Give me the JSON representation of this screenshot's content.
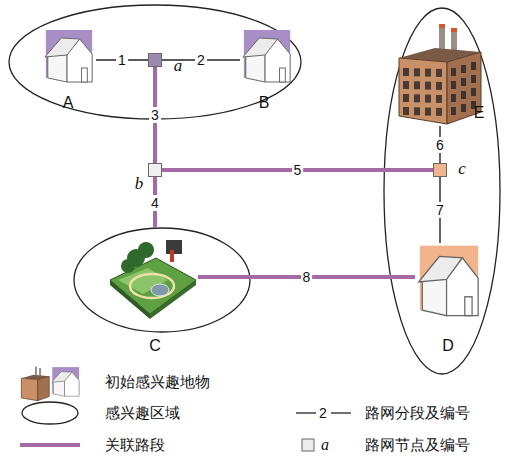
{
  "diagram": {
    "nodes": [
      {
        "text": [
          "A"
        ]
      },
      {
        "text": [
          "a"
        ]
      },
      {
        "text": [
          "B"
        ]
      },
      {
        "text": [
          "E"
        ]
      },
      {
        "text": [
          "b"
        ]
      },
      {
        "text": [
          "c"
        ]
      },
      {
        "text": [
          "C"
        ]
      },
      {
        "text": [
          "D"
        ]
      }
    ],
    "edges": [
      {
        "from": 0,
        "to": 1,
        "arrow": "none",
        "label": "1"
      },
      {
        "from": 1,
        "to": 2,
        "arrow": "none",
        "label": "2"
      },
      {
        "from": 1,
        "to": 4,
        "arrow": "none",
        "label": "3"
      },
      {
        "from": 4,
        "to": 6,
        "arrow": "none",
        "label": "4"
      },
      {
        "from": 4,
        "to": 5,
        "arrow": "none",
        "label": "5"
      },
      {
        "from": 3,
        "to": 5,
        "arrow": "none",
        "label": "6"
      },
      {
        "from": 5,
        "to": 7,
        "arrow": "none",
        "label": "7"
      },
      {
        "from": 6,
        "to": 7,
        "arrow": "none",
        "label": "8"
      }
    ],
    "labels": [
      "2",
      "a"
    ],
    "legend": [
      {
        "text": "初始感兴趣地物"
      },
      {
        "text": "感兴趣区域"
      },
      {
        "text": "路网分段及编号"
      },
      {
        "text": "关联路段"
      },
      {
        "text": "路网节点及编号"
      }
    ]
  }
}
